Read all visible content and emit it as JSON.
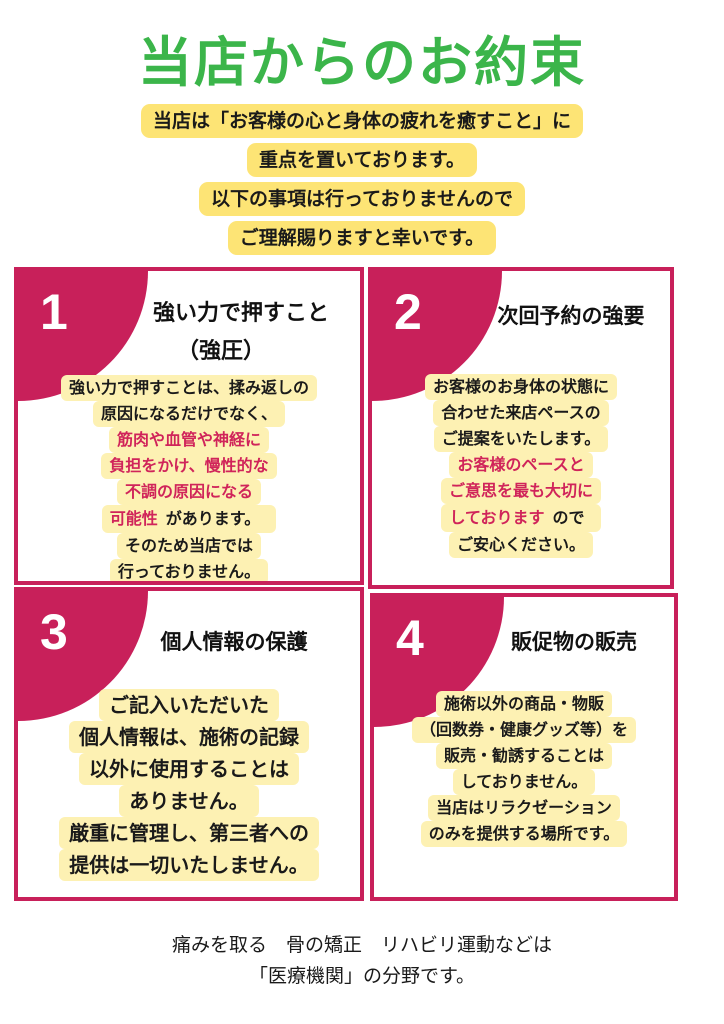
{
  "title": "当店からのお約束",
  "intro": [
    "当店は「お客様の心と身体の疲れを癒すこと」に",
    "重点を置いております。",
    "以下の事項は行っておりませんので",
    "ご理解賜りますと幸いです。"
  ],
  "colors": {
    "title_green": "#3bb54a",
    "accent_magenta": "#c8205a",
    "intro_yellow": "#fde475",
    "body_cream": "#fdf1b3"
  },
  "items": [
    {
      "number": "1",
      "heading_1": "強い力で押すこと",
      "heading_2": "（強圧）",
      "lines": [
        {
          "text": "強い力で押すことは、揉み返しの"
        },
        {
          "text": "原因になるだけでなく、"
        },
        {
          "hl": "筋肉や血管や神経に"
        },
        {
          "hl": "負担をかけ、慢性的な"
        },
        {
          "hl": "不調の原因になる"
        },
        {
          "hl": "可能性",
          "text": "があります。"
        },
        {
          "text": "そのため当店では"
        },
        {
          "text": "行っておりません。"
        }
      ]
    },
    {
      "number": "2",
      "heading_1": "次回予約の強要",
      "lines": [
        {
          "text": "お客様のお身体の状態に"
        },
        {
          "text": "合わせた来店ペースの"
        },
        {
          "text": "ご提案をいたします。"
        },
        {
          "hl": "お客様のペースと"
        },
        {
          "hl": "ご意思を最も大切に"
        },
        {
          "hl": "しております",
          "text": "ので"
        },
        {
          "text": "ご安心ください。"
        }
      ]
    },
    {
      "number": "3",
      "heading_1": "個人情報の保護",
      "lines": [
        {
          "text": "ご記入いただいた"
        },
        {
          "text": "個人情報は、施術の記録"
        },
        {
          "text": "以外に使用することは"
        },
        {
          "text": "ありません。"
        },
        {
          "text": "厳重に管理し、第三者への"
        },
        {
          "text": "提供は一切いたしません。"
        }
      ]
    },
    {
      "number": "4",
      "heading_1": "販促物の販売",
      "lines": [
        {
          "text": "施術以外の商品・物販"
        },
        {
          "text": "（回数券・健康グッズ等）を"
        },
        {
          "text": "販売・勧誘することは"
        },
        {
          "text": "しておりません。"
        },
        {
          "text": "当店はリラクゼーション"
        },
        {
          "text": "のみを提供する場所です。"
        }
      ]
    }
  ],
  "footer": [
    "痛みを取る　骨の矯正　リハビリ運動などは",
    "「医療機関」の分野です。"
  ]
}
